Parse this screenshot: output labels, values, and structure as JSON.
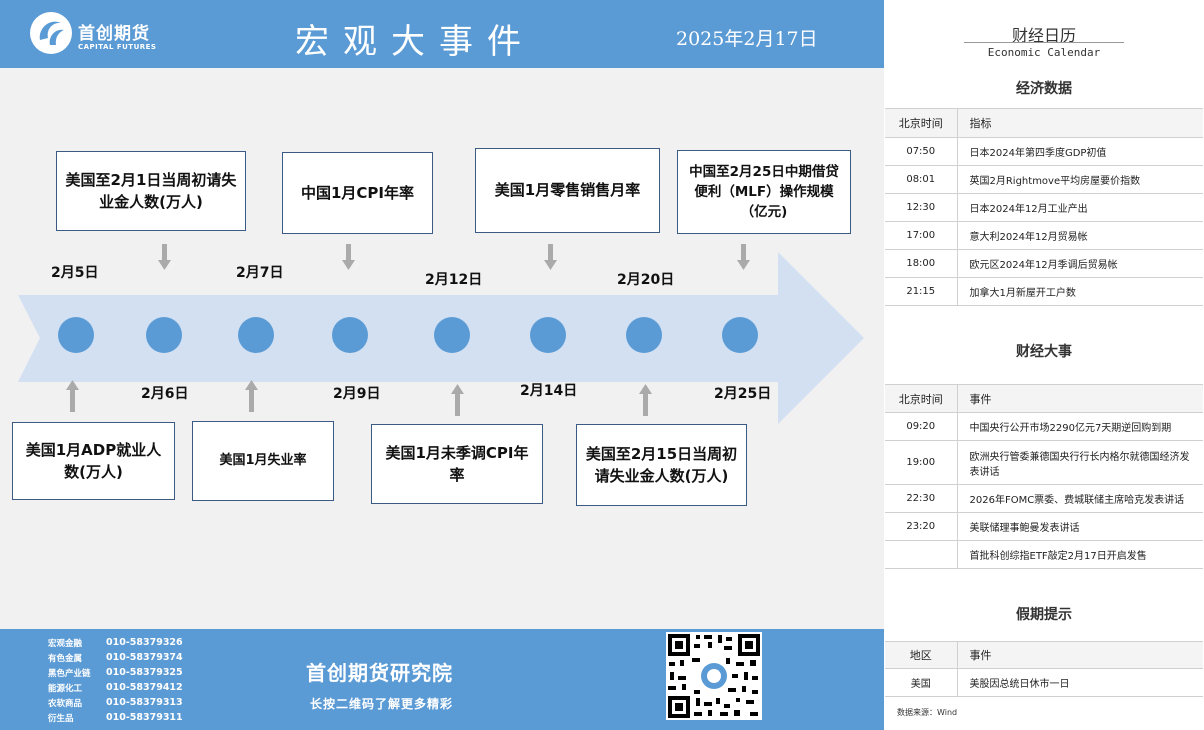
{
  "header": {
    "logo_cn": "首创期货",
    "logo_en": "CAPITAL FUTURES",
    "title": "宏观大事件",
    "date": "2025年2月17日"
  },
  "timeline": {
    "top_dates": [
      "2月5日",
      "2月7日",
      "2月12日",
      "2月20日"
    ],
    "bottom_dates": [
      "2月6日",
      "2月9日",
      "2月14日",
      "2月25日"
    ],
    "top_events": [
      "美国至2月1日当周初请失业金人数(万人)",
      "中国1月CPI年率",
      "美国1月零售销售月率",
      "中国至2月25日中期借贷便利（MLF）操作规模（亿元)"
    ],
    "bottom_events": [
      "美国1月ADP就业人数(万人)",
      "美国1月失业率",
      "美国1月未季调CPI年率",
      "美国至2月15日当周初请失业金人数(万人)"
    ]
  },
  "footer": {
    "contacts": [
      {
        "name": "宏观金融",
        "phone": "010-58379326"
      },
      {
        "name": "有色金属",
        "phone": "010-58379374"
      },
      {
        "name": "黑色产业链",
        "phone": "010-58379325"
      },
      {
        "name": "能源化工",
        "phone": "010-58379412"
      },
      {
        "name": "农软商品",
        "phone": "010-58379313"
      },
      {
        "name": "衍生品",
        "phone": "010-58379311"
      }
    ],
    "institute": "首创期货研究院",
    "slogan": "长按二维码了解更多精彩"
  },
  "calendar": {
    "title_cn": "财经日历",
    "title_en": "Economic Calendar",
    "econ_title": "经济数据",
    "econ_headers": [
      "北京时间",
      "指标"
    ],
    "econ_rows": [
      {
        "time": "07:50",
        "item": "日本2024年第四季度GDP初值"
      },
      {
        "time": "08:01",
        "item": "英国2月Rightmove平均房屋要价指数"
      },
      {
        "time": "12:30",
        "item": "日本2024年12月工业产出"
      },
      {
        "time": "17:00",
        "item": "意大利2024年12月贸易帐"
      },
      {
        "time": "18:00",
        "item": "欧元区2024年12月季调后贸易帐"
      },
      {
        "time": "21:15",
        "item": "加拿大1月新屋开工户数"
      }
    ],
    "events_title": "财经大事",
    "events_headers": [
      "北京时间",
      "事件"
    ],
    "events_rows": [
      {
        "time": "09:20",
        "item": "中国央行公开市场2290亿元7天期逆回购到期"
      },
      {
        "time": "19:00",
        "item": "欧洲央行管委兼德国央行行长内格尔就德国经济发表讲话"
      },
      {
        "time": "22:30",
        "item": "2026年FOMC票委、费城联储主席哈克发表讲话"
      },
      {
        "time": "23:20",
        "item": "美联储理事鲍曼发表讲话"
      },
      {
        "time": "",
        "item": "首批科创综指ETF敲定2月17日开启发售"
      }
    ],
    "holiday_title": "假期提示",
    "holiday_headers": [
      "地区",
      "事件"
    ],
    "holiday_rows": [
      {
        "region": "美国",
        "item": "美股因总统日休市一日"
      }
    ],
    "source": "数据来源：Wind",
    "watermark": "Wind"
  },
  "colors": {
    "brand_blue": "#5b9bd5",
    "arrow_fill": "#d2e0f2",
    "node_fill": "#5b9bd5",
    "panel_bg": "#f1f1f1"
  }
}
